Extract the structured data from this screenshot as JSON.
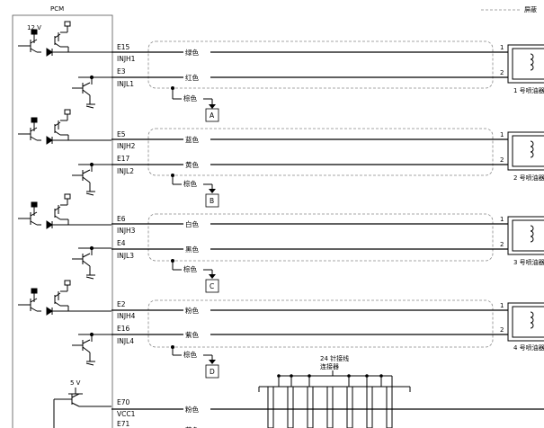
{
  "module_label": "PCM",
  "legend_label": "屏蔽",
  "supply_12v": "12 V",
  "supply_5v": "5 V",
  "injectors": [
    {
      "high_pin": "E15",
      "high_signal": "INJH1",
      "high_color": "绿色",
      "low_pin": "E3",
      "low_signal": "INJL1",
      "low_color": "红色",
      "shield_color": "棕色",
      "ground_ref": "A",
      "pin_a": "1",
      "pin_b": "2",
      "label": "1 号喷油器"
    },
    {
      "high_pin": "E5",
      "high_signal": "INJH2",
      "high_color": "蓝色",
      "low_pin": "E17",
      "low_signal": "INJL2",
      "low_color": "黄色",
      "shield_color": "棕色",
      "ground_ref": "B",
      "pin_a": "1",
      "pin_b": "2",
      "label": "2 号喷油器"
    },
    {
      "high_pin": "E6",
      "high_signal": "INJH3",
      "high_color": "白色",
      "low_pin": "E4",
      "low_signal": "INJL3",
      "low_color": "黑色",
      "shield_color": "棕色",
      "ground_ref": "C",
      "pin_a": "1",
      "pin_b": "2",
      "label": "3 号喷油器"
    },
    {
      "high_pin": "E2",
      "high_signal": "INJH4",
      "high_color": "粉色",
      "low_pin": "E16",
      "low_signal": "INJL4",
      "low_color": "紫色",
      "shield_color": "棕色",
      "ground_ref": "D",
      "pin_a": "1",
      "pin_b": "2",
      "label": "4 号喷油器"
    }
  ],
  "vcc": {
    "pin": "E70",
    "signal": "VCC1",
    "color": "粉色",
    "next_pin": "E71",
    "next_color": "蓝色"
  },
  "connector_label_1": "24 针接线",
  "connector_label_2": "连接器"
}
